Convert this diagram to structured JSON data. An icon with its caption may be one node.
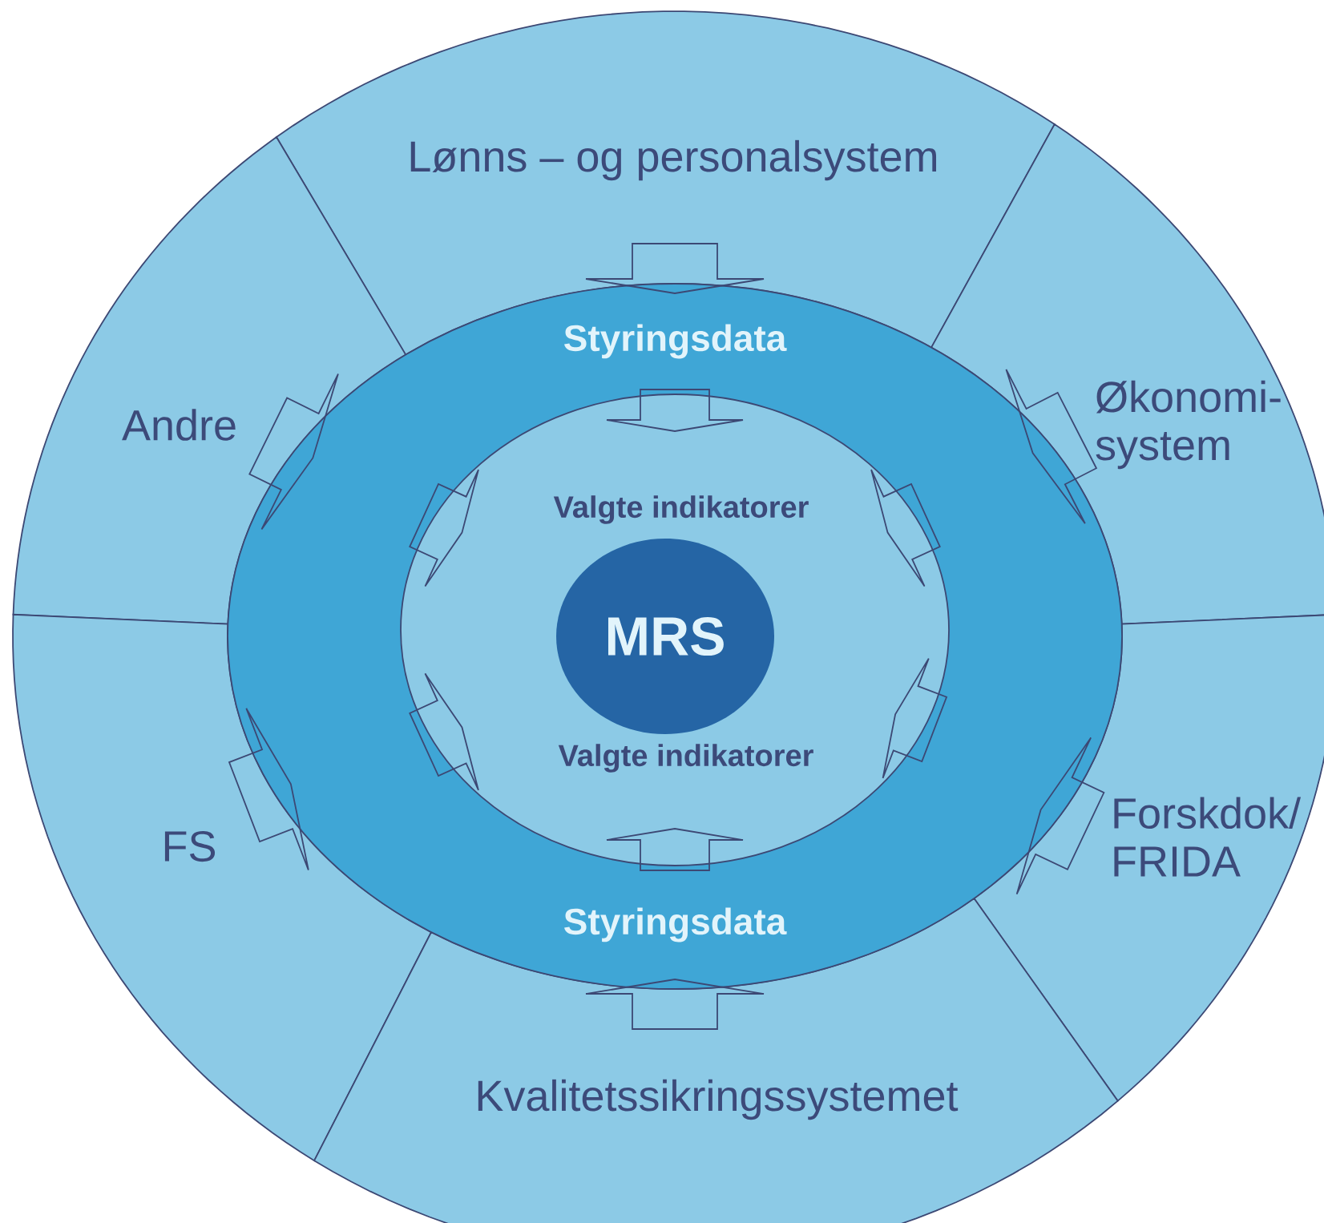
{
  "diagram": {
    "nodes": [
      {
        "text": [
          "Lønns – og personalsystem"
        ]
      },
      {
        "text": [
          "Andre"
        ]
      },
      {
        "text": [
          "Økonomi- system"
        ]
      },
      {
        "text": [
          "FS"
        ]
      },
      {
        "text": [
          "Forskdok/ FRIDA"
        ]
      },
      {
        "text": [
          "Kvalitetssikringssystemet"
        ]
      },
      {
        "text": [
          "Styringsdata",
          "Styringsdata"
        ]
      },
      {
        "text": [
          "Valgte indikatorer",
          "Valgte indikatorer"
        ],
        "in": 6
      },
      {
        "text": [
          "MRS"
        ],
        "in": 7
      }
    ],
    "edges": [
      {
        "from": 0,
        "to": 6,
        "arrow": "to"
      },
      {
        "from": 1,
        "to": 6,
        "arrow": "to"
      },
      {
        "from": 2,
        "to": 6,
        "arrow": "to"
      },
      {
        "from": 3,
        "to": 6,
        "arrow": "to"
      },
      {
        "from": 4,
        "to": 6,
        "arrow": "to"
      },
      {
        "from": 5,
        "to": 6,
        "arrow": "to"
      },
      {
        "from": 6,
        "to": 7,
        "arrow": "to"
      },
      {
        "from": 6,
        "to": 7,
        "arrow": "to"
      },
      {
        "from": 6,
        "to": 7,
        "arrow": "to"
      },
      {
        "from": 6,
        "to": 7,
        "arrow": "to"
      },
      {
        "from": 6,
        "to": 7,
        "arrow": "to"
      },
      {
        "from": 6,
        "to": 7,
        "arrow": "to"
      }
    ]
  }
}
